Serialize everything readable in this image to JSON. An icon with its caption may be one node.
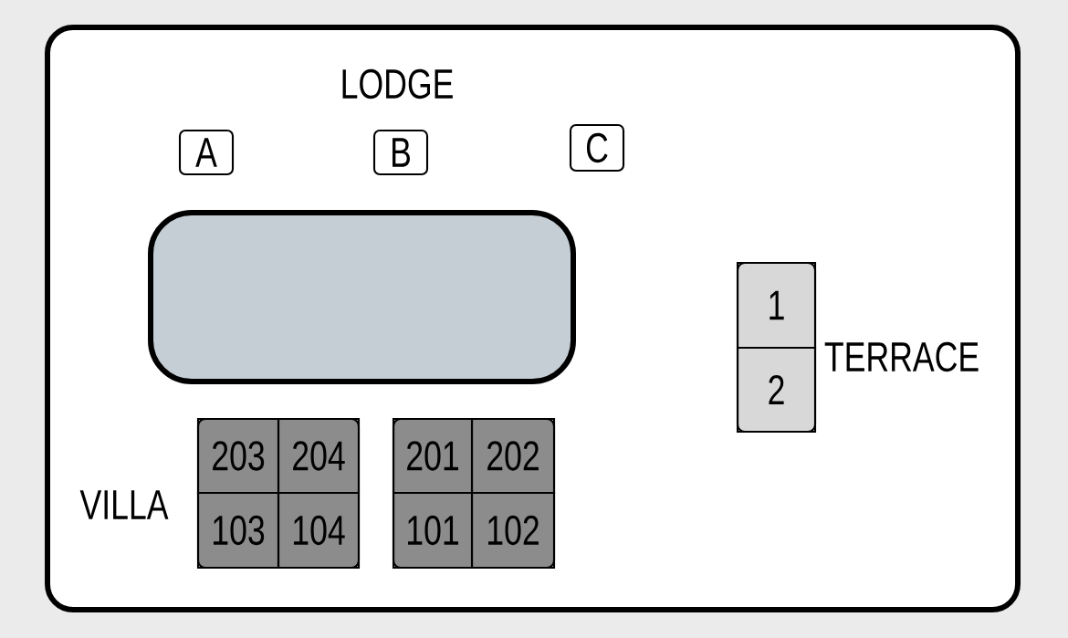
{
  "diagram": {
    "nodes": [
      {
        "text": [],
        "shape": "box"
      },
      {
        "text": [
          "A"
        ],
        "in": 0
      },
      {
        "text": [
          "B"
        ],
        "in": 0
      },
      {
        "text": [
          "C"
        ],
        "in": 0
      },
      {
        "text": [],
        "shape": "box",
        "in": 0
      },
      {
        "text": [],
        "shape": "box",
        "in": 0
      },
      {
        "text": [
          "1"
        ],
        "in": 5
      },
      {
        "text": [
          "2"
        ],
        "in": 5
      },
      {
        "text": [],
        "shape": "box",
        "in": 0
      },
      {
        "text": [
          "203"
        ],
        "in": 8
      },
      {
        "text": [
          "204"
        ],
        "in": 8
      },
      {
        "text": [
          "103"
        ],
        "in": 8
      },
      {
        "text": [
          "104"
        ],
        "in": 8
      },
      {
        "text": [],
        "shape": "box",
        "in": 0
      },
      {
        "text": [
          "201"
        ],
        "in": 13
      },
      {
        "text": [
          "202"
        ],
        "in": 13
      },
      {
        "text": [
          "101"
        ],
        "in": 13
      },
      {
        "text": [
          "102"
        ],
        "in": 13
      }
    ],
    "labels": [
      "LODGE",
      "TERRACE",
      "VILLA"
    ]
  }
}
